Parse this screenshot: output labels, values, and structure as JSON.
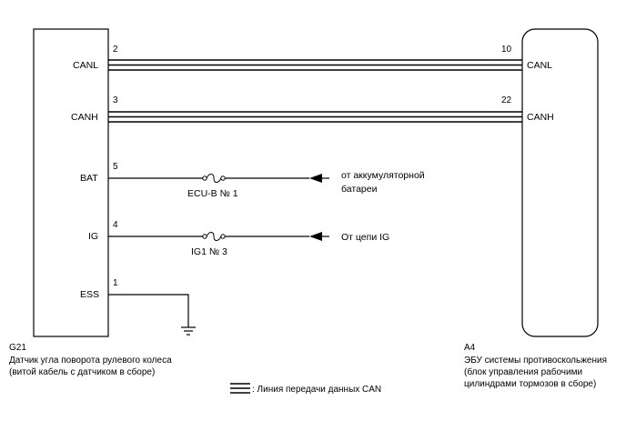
{
  "left_component": {
    "id": "G21",
    "caption_line1": "Датчик угла поворота рулевого колеса",
    "caption_line2": "(витой кабель с датчиком в сборе)",
    "pins": [
      {
        "name": "CANL",
        "number": "2"
      },
      {
        "name": "CANH",
        "number": "3"
      },
      {
        "name": "BAT",
        "number": "5"
      },
      {
        "name": "IG",
        "number": "4"
      },
      {
        "name": "ESS",
        "number": "1"
      }
    ]
  },
  "right_component": {
    "id": "A4",
    "caption_line1": "ЭБУ системы противоскольжения",
    "caption_line2": "(блок управления рабочими",
    "caption_line3": "цилиндрами тормозов в сборе)",
    "pins": [
      {
        "name": "CANL",
        "number": "10"
      },
      {
        "name": "CANH",
        "number": "22"
      }
    ]
  },
  "fuses": [
    {
      "name": "ECU-B № 1"
    },
    {
      "name": "IG1 № 3"
    }
  ],
  "sources": {
    "battery_line1": "от аккумуляторной",
    "battery_line2": "батареи",
    "ig": "От цепи IG"
  },
  "legend": {
    "text": ": Линия передачи данных CAN"
  }
}
